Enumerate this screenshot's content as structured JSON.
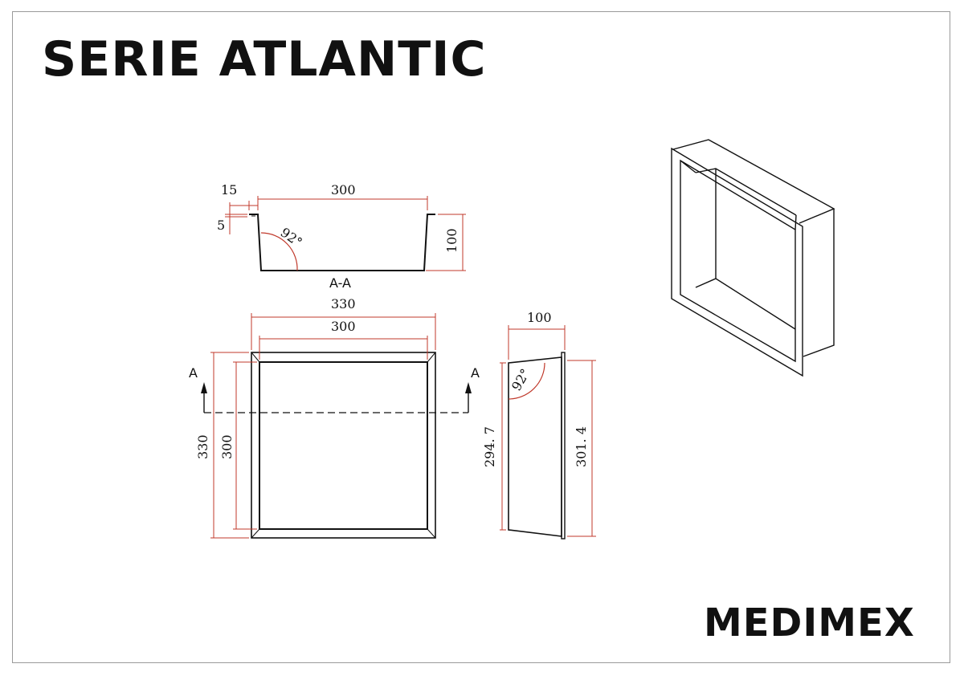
{
  "title": "SERIE ATLANTIC",
  "brand": "MEDIMEX",
  "section": {
    "label": "A-A",
    "dims": {
      "flange_width": "15",
      "flange_depth": "5",
      "inner_width": "300",
      "depth": "100",
      "angle": "92°"
    }
  },
  "front": {
    "outer_width": "330",
    "inner_width": "300",
    "outer_height": "330",
    "inner_height": "300",
    "cut_marker": "A"
  },
  "side": {
    "depth": "100",
    "angle": "92°",
    "back_height": "294. 7",
    "front_height": "301. 4"
  },
  "colors": {
    "line": "#111111",
    "dimension": "#c0392b",
    "frame": "#9a9a9a"
  }
}
